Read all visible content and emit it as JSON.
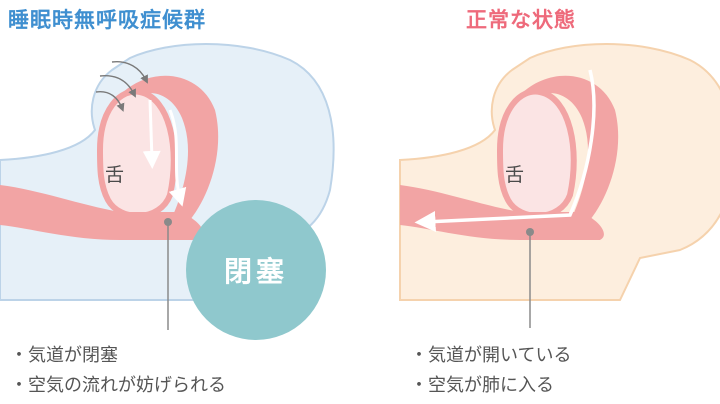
{
  "left_panel": {
    "title": "睡眠時無呼吸症候群",
    "tongue_label": "舌",
    "badge_text": "閉塞",
    "notes": [
      "気道が閉塞",
      "空気の流れが妨げられる"
    ]
  },
  "right_panel": {
    "title": "正常な状態",
    "tongue_label": "舌",
    "notes": [
      "気道が開いている",
      "空気が肺に入る"
    ]
  },
  "colors": {
    "apnea_title": "#3f8fd0",
    "normal_title": "#ee6a7b",
    "apnea_skin": "#e6f0f8",
    "apnea_outline": "#bcd3e8",
    "normal_skin": "#fdeede",
    "normal_outline": "#f5d2ad",
    "tissue": "#f2a4a4",
    "tongue": "#fbe4e4",
    "badge": "#8fc8cd",
    "airflow_arrow": "#ffffff"
  },
  "icons": [
    "airflow-arrow-icon",
    "blocked-airflow-arrow-icon"
  ]
}
